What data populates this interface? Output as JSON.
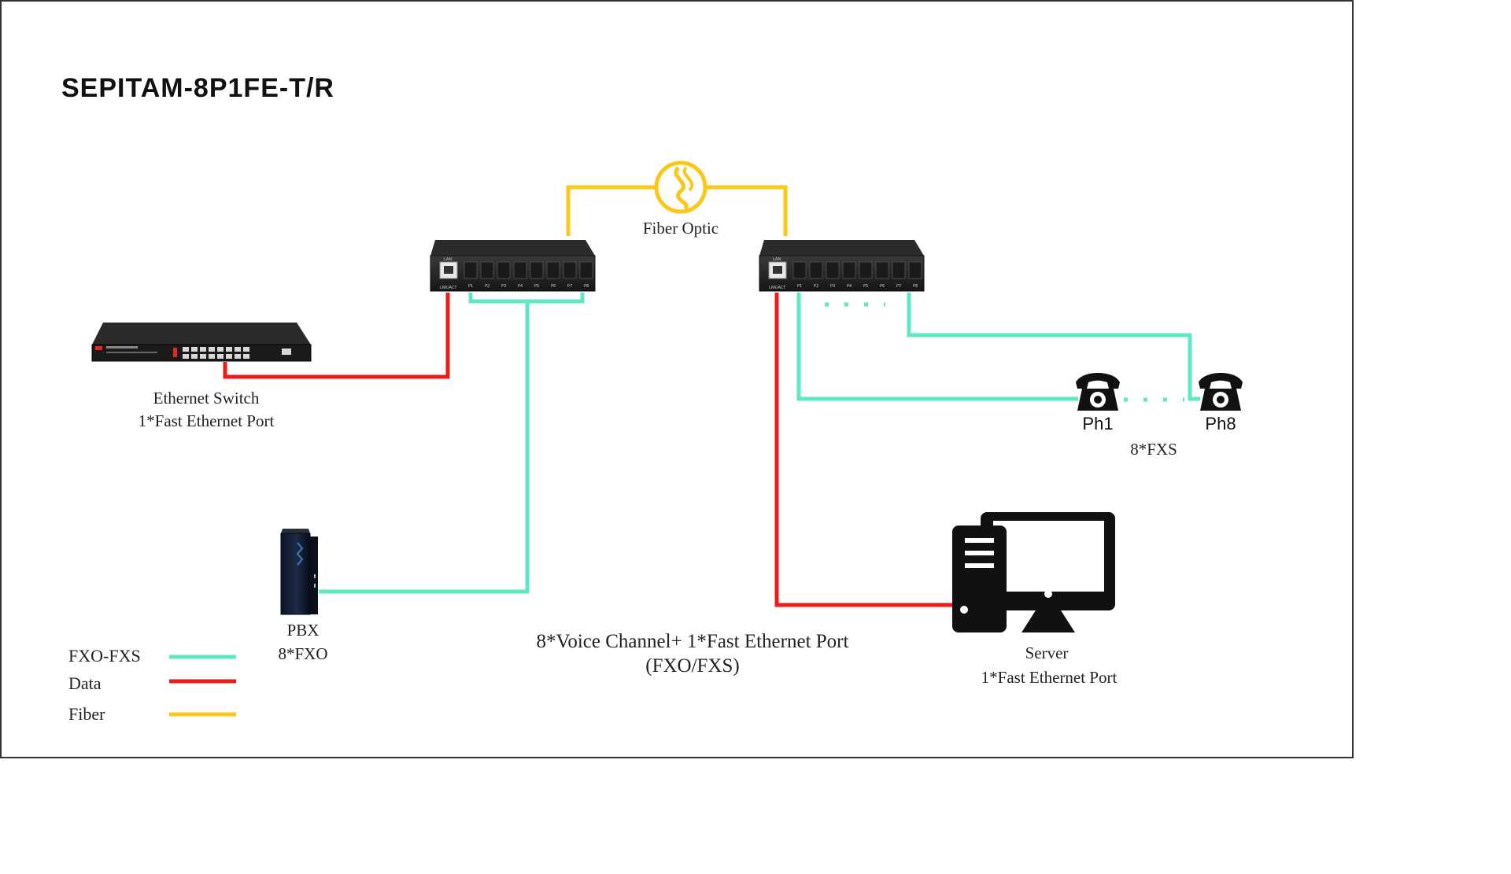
{
  "title": "SEPITAM-8P1FE-T/R",
  "colors": {
    "fxo_fxs": "#5ee8c3",
    "data": "#ee1b1b",
    "fiber": "#fcc716",
    "frame": "#333333"
  },
  "fiber_label": "Fiber Optic",
  "ethernet_switch": {
    "line1": "Ethernet Switch",
    "line2": "1*Fast Ethernet Port"
  },
  "pbx": {
    "line1": "PBX",
    "line2": "8*FXO"
  },
  "center_caption": {
    "line1": "8*Voice Channel+ 1*Fast Ethernet Port",
    "line2": "(FXO/FXS)"
  },
  "server": {
    "line1": "Server",
    "line2": "1*Fast Ethernet Port"
  },
  "phones": {
    "first": "Ph1",
    "last": "Ph8",
    "group_label": "8*FXS"
  },
  "device": {
    "lan_label": "LAN",
    "link_label": "LNK/ACT",
    "port_labels": [
      "P1",
      "P2",
      "P3",
      "P4",
      "P5",
      "P6",
      "P7",
      "P8"
    ],
    "port_numbers": [
      "1",
      "2",
      "3",
      "4",
      "5",
      "6",
      "7",
      "8"
    ]
  },
  "legend": [
    {
      "label": "FXO-FXS",
      "color": "#5ee8c3"
    },
    {
      "label": "Data",
      "color": "#ee1b1b"
    },
    {
      "label": "Fiber",
      "color": "#fcc716"
    }
  ],
  "icons": [
    "fiber-optic-icon",
    "ethernet-switch-icon",
    "pbx-server-icon",
    "converter-device-icon",
    "telephone-icon",
    "desktop-computer-icon"
  ]
}
